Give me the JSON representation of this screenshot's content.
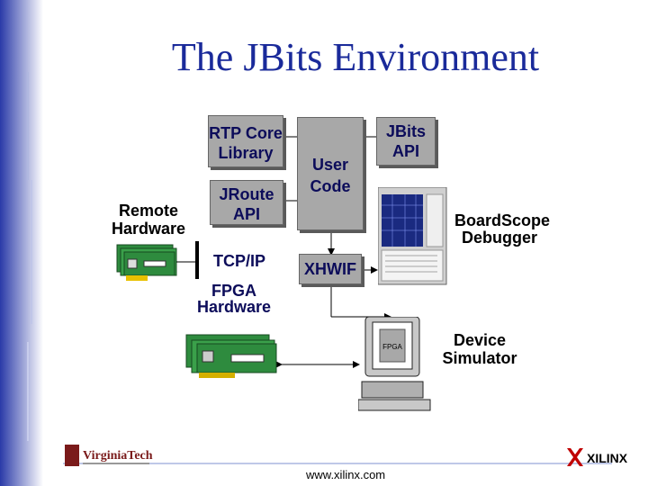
{
  "title": "The JBits Environment",
  "nodes": {
    "rtp_core_library": "RTP Core Library",
    "jroute_api": "JRoute API",
    "tcp_ip": "TCP/IP",
    "fpga_hardware": "FPGA Hardware",
    "user_code": "User Code",
    "jbits_api": "JBits API",
    "xhwif": "XHWIF",
    "remote_hardware": "Remote Hardware",
    "boardscope_debugger": "BoardScope Debugger",
    "device_simulator": "Device Simulator",
    "fpga_chip": "FPGA"
  },
  "footer": {
    "url": "www.xilinx.com",
    "left_logo": "VirginiaTech",
    "right_logo": "XILINX"
  },
  "colors": {
    "title": "#1a2a9a",
    "box_fill": "#a8a8a8",
    "box_text": "#0c0c5a",
    "sidebar": "#2a3aa8",
    "board_green": "#2e8b3e"
  }
}
